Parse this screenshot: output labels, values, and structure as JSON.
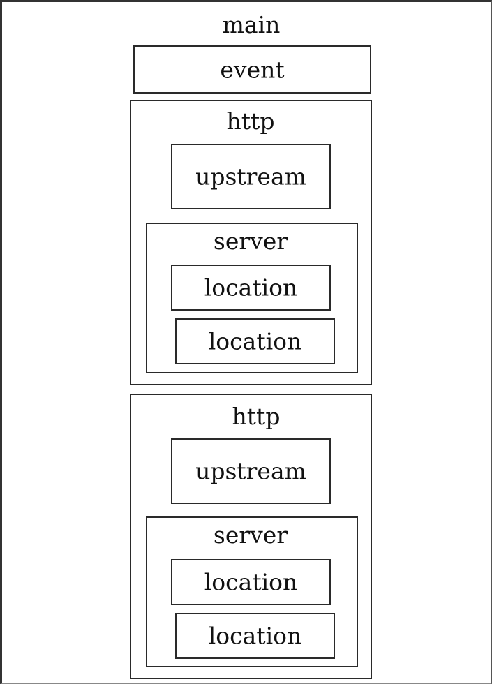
{
  "diagram": {
    "main": {
      "label": "main"
    },
    "event": {
      "label": "event"
    },
    "http_blocks": [
      {
        "label": "http",
        "upstream": "upstream",
        "server": {
          "label": "server",
          "locations": [
            "location",
            "location"
          ]
        }
      },
      {
        "label": "http",
        "upstream": "upstream",
        "server": {
          "label": "server",
          "locations": [
            "location",
            "location"
          ]
        }
      }
    ]
  }
}
